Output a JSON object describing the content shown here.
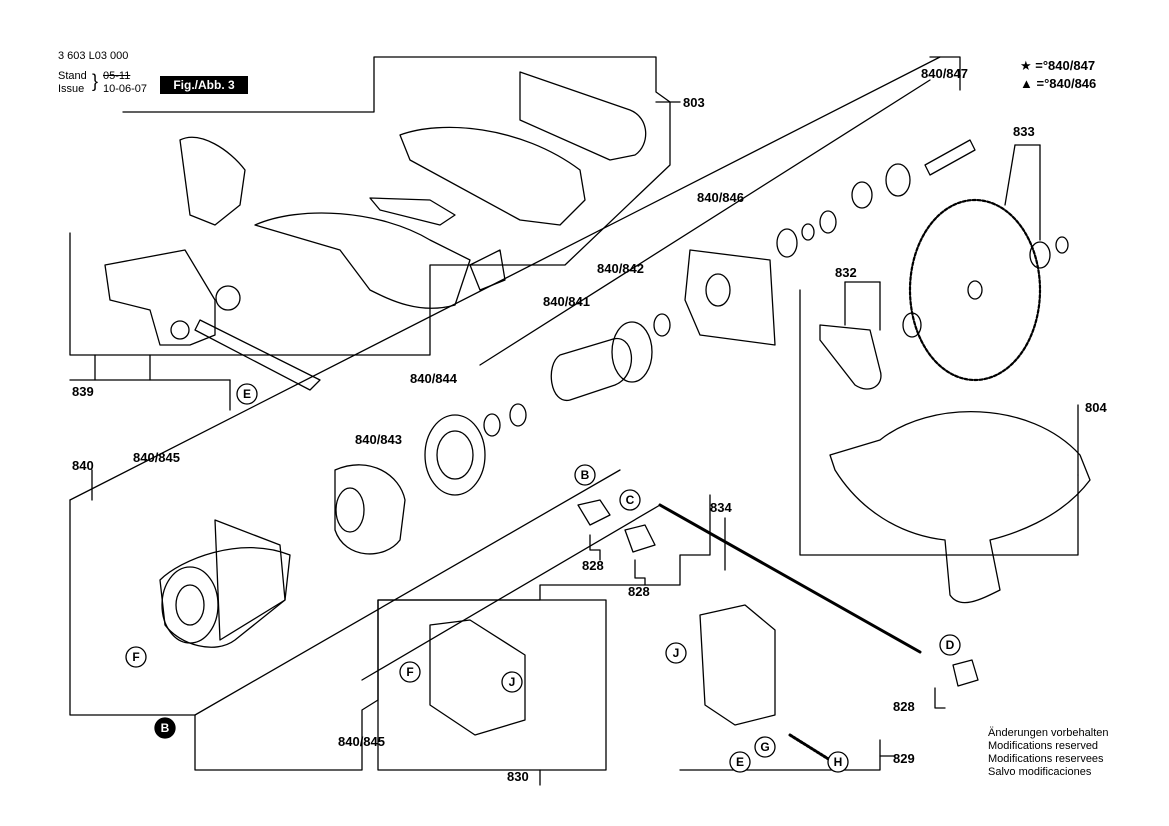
{
  "header": {
    "part_number": "3 603 L03 000",
    "stand_label": "Stand",
    "issue_label": "Issue",
    "stand_date_old": "05-11",
    "issue_date": "10-06-07",
    "figure_label": "Fig./Abb. 3"
  },
  "legend": [
    {
      "symbol": "★",
      "text": " =°840/847"
    },
    {
      "symbol": "▲",
      "text": " =°840/846"
    }
  ],
  "callouts": [
    "803",
    "840/847",
    "833",
    "840/846",
    "840/842",
    "840/841",
    "832",
    "839",
    "840/844",
    "804",
    "840",
    "840/843",
    "840/845",
    "834",
    "828",
    "828",
    "828",
    "830",
    "829",
    "840/845"
  ],
  "letter_markers": [
    "B",
    "C",
    "D",
    "E",
    "F",
    "F",
    "G",
    "H",
    "J",
    "J",
    "E",
    "B"
  ],
  "notice": [
    "Änderungen vorbehalten",
    "Modifications reserved",
    "Modifications reservees",
    "Salvo modificaciones"
  ]
}
